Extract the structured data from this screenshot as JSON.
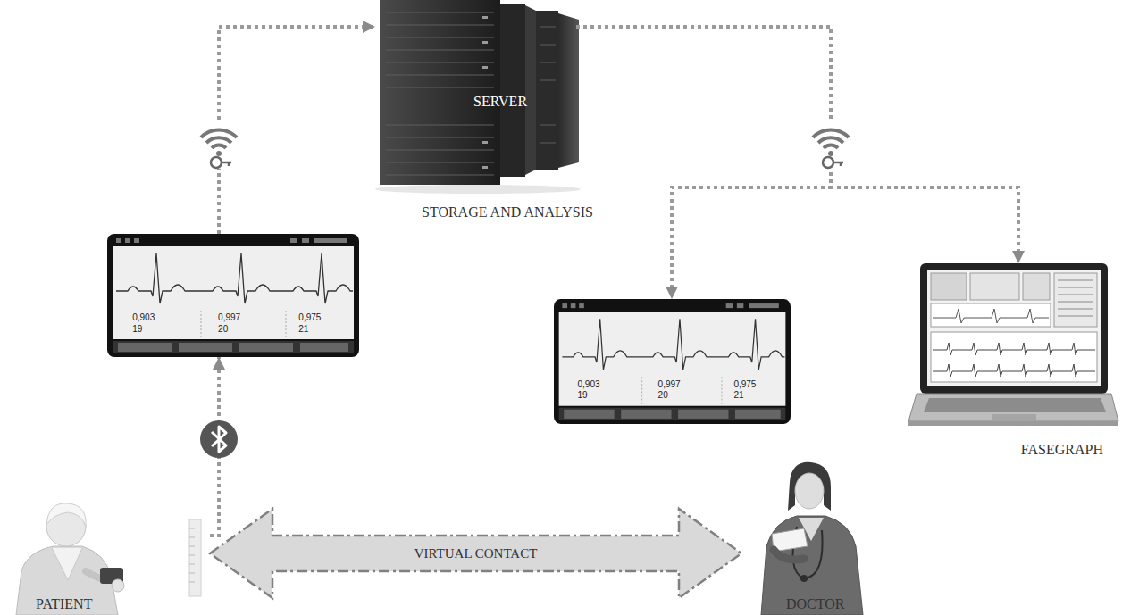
{
  "diagram": {
    "nodes": [
      {
        "text": [
          "PATIENT"
        ]
      },
      {
        "text": [
          "0,903",
          "19",
          "0,997",
          "20",
          "0,975",
          "21"
        ]
      },
      {
        "text": [
          "SERVER",
          "STORAGE AND ANALYSIS"
        ]
      },
      {
        "text": [
          "0,903",
          "19",
          "0,997",
          "20",
          "0,975",
          "21"
        ]
      },
      {
        "text": [
          "FASEGRAPH"
        ]
      },
      {
        "text": [
          "DOCTOR"
        ]
      }
    ],
    "edges": [
      {
        "from": 0,
        "to": 1,
        "arrow": "to"
      },
      {
        "from": 1,
        "to": 2,
        "arrow": "to"
      },
      {
        "from": 2,
        "to": 3,
        "arrow": "to"
      },
      {
        "from": 2,
        "to": 4,
        "arrow": "to"
      },
      {
        "from": 0,
        "to": 5,
        "label": "VIRTUAL CONTACT",
        "arrow": "both"
      }
    ]
  }
}
